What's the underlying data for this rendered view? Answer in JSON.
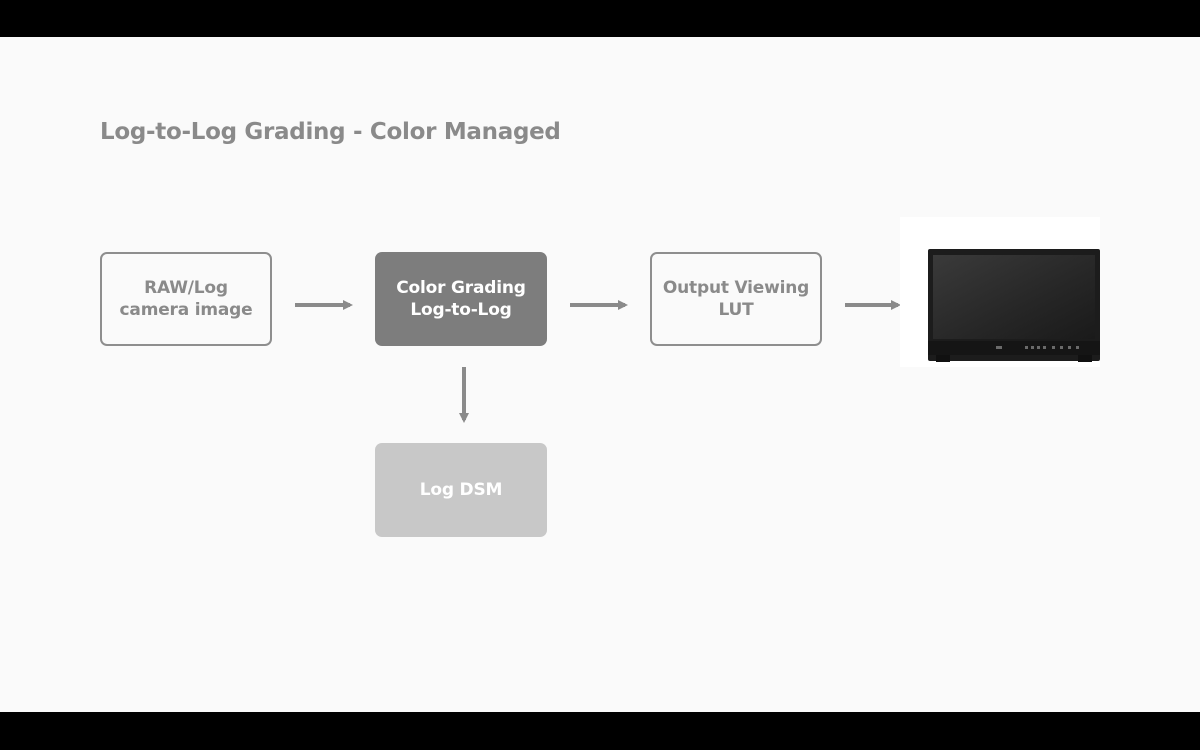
{
  "slide": {
    "title": "Log-to-Log Grading - Color Managed"
  },
  "nodes": {
    "raw": {
      "line1": "RAW/Log",
      "line2": "camera image"
    },
    "grading": {
      "line1": "Color Grading",
      "line2": "Log-to-Log"
    },
    "output": {
      "line1": "Output Viewing",
      "line2": "LUT"
    },
    "dsm": {
      "line1": "Log DSM"
    }
  },
  "monitor": {
    "icon": "reference-monitor-icon"
  },
  "colors": {
    "outline": "#8e8e8e",
    "dark_fill": "#7d7d7d",
    "light_fill": "#c8c8c8",
    "arrow": "#8a8a8a",
    "background": "#fafafa"
  }
}
